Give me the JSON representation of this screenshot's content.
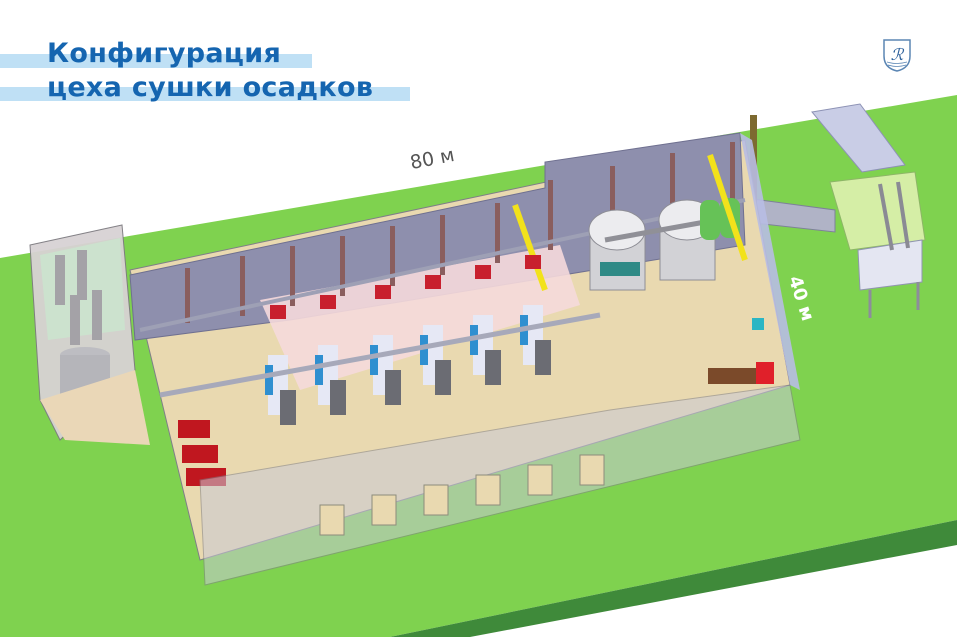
{
  "slide": {
    "title_line1": "Конфигурация",
    "title_line2": "цеха сушки осадков",
    "logo": "monogram-shield-logo"
  },
  "diagram": {
    "type": "3d-isometric-plant-layout",
    "dimensions": {
      "length_label": "80 м",
      "width_label": "40 м"
    },
    "components": [
      "storage-tank-building",
      "dryer-lines",
      "silos",
      "conveyor-gallery",
      "loading-station",
      "truck",
      "control-cabinets",
      "transformer-rooms"
    ],
    "dryer_line_count": 6,
    "silo_count": 2
  },
  "colors": {
    "title": "#1565b0",
    "title_highlight": "#bfe0f5",
    "ground": "#7fd24f",
    "ground_edge": "#3f8a3a",
    "wall": "#8e8fad",
    "floor": "#e9d9b0",
    "column": "#8a5e5e",
    "crane": "#f2e21b"
  }
}
